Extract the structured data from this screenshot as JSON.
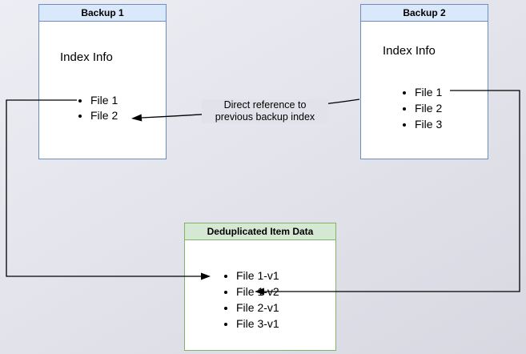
{
  "diagram": {
    "backup1": {
      "title": "Backup 1",
      "subtitle": "Index Info",
      "files": [
        "File 1",
        "File 2"
      ]
    },
    "backup2": {
      "title": "Backup 2",
      "subtitle": "Index Info",
      "files": [
        "File 1",
        "File 2",
        "File 3"
      ]
    },
    "dedup": {
      "title": "Deduplicated Item Data",
      "items": [
        "File 1-v1",
        "File 1-v2",
        "File 2-v1",
        "File 3-v1"
      ]
    },
    "annotations": {
      "direct_reference_line1": "Direct reference to",
      "direct_reference_line2": "previous backup index"
    },
    "colors": {
      "blue_header_fill": "#dae8fc",
      "blue_border": "#6c8ebf",
      "green_header_fill": "#d5e8d4",
      "green_border": "#82b366",
      "node_body_fill": "#ffffff",
      "edge_color": "#000000",
      "background_top": "#ededf4",
      "background_bottom": "#d8d8e2"
    }
  }
}
